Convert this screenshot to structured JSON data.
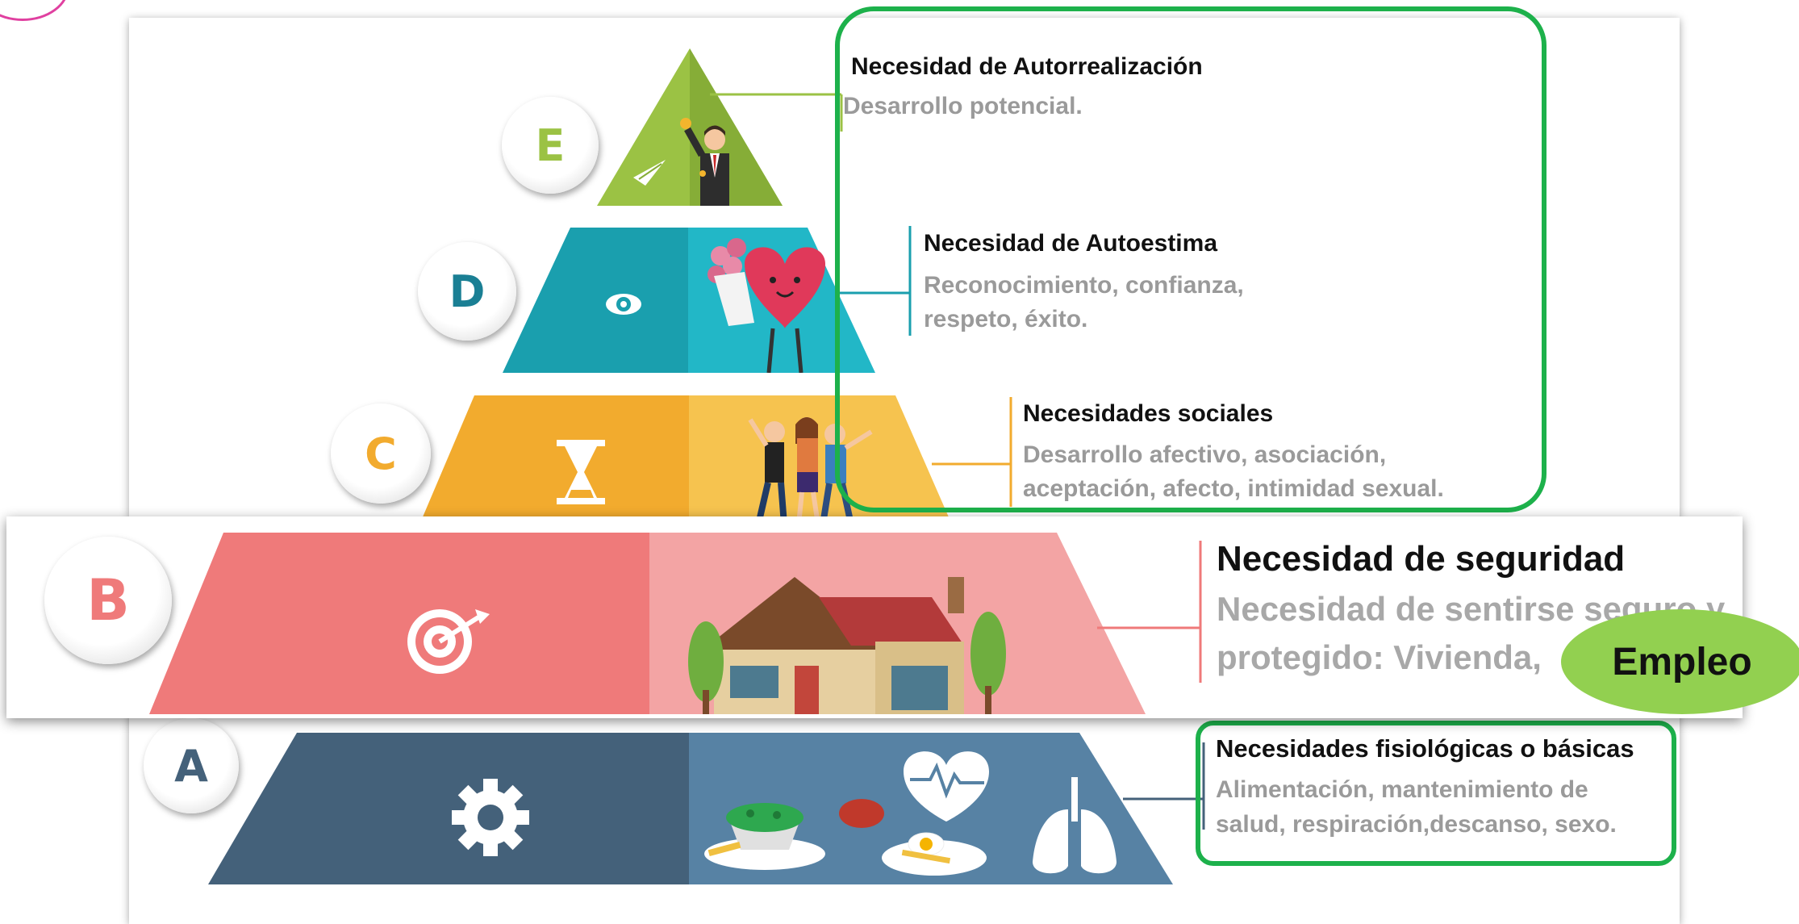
{
  "levels": [
    {
      "letter": "E",
      "title": "Necesidad de Autorrealización",
      "desc": [
        "Desarrollo potencial."
      ],
      "color": "#8db73f"
    },
    {
      "letter": "D",
      "title": "Necesidad de Autoestima",
      "desc": [
        "Reconocimiento, confianza,",
        "respeto, éxito."
      ],
      "color": "#1aa3b4"
    },
    {
      "letter": "C",
      "title": "Necesidades sociales",
      "desc": [
        "Desarrollo afectivo, asociación,",
        "aceptación, afecto, intimidad sexual."
      ],
      "color": "#f2b335"
    },
    {
      "letter": "B",
      "title": "Necesidad de seguridad",
      "desc": [
        "Necesidad de sentirse seguro y",
        "protegido: Vivienda,"
      ],
      "color": "#ee7676"
    },
    {
      "letter": "A",
      "title": "Necesidades fisiológicas o básicas",
      "desc": [
        "Alimentación, mantenimiento de",
        "salud, respiración,descanso, sexo."
      ],
      "color": "#4d6a80"
    }
  ],
  "callout": {
    "label": "Empleo",
    "color": "#92d050"
  },
  "highlight_color": "#1db14b",
  "icons": {
    "E": [
      "paper-plane-icon",
      "businessman-trophy-icon"
    ],
    "D": [
      "eye-icon",
      "heart-flowers-icon"
    ],
    "C": [
      "hourglass-icon",
      "friends-group-icon"
    ],
    "B": [
      "target-icon",
      "house-icon",
      "tree-icon"
    ],
    "A": [
      "gear-icon",
      "food-plate-icon",
      "heart-pulse-icon",
      "lungs-icon"
    ]
  }
}
